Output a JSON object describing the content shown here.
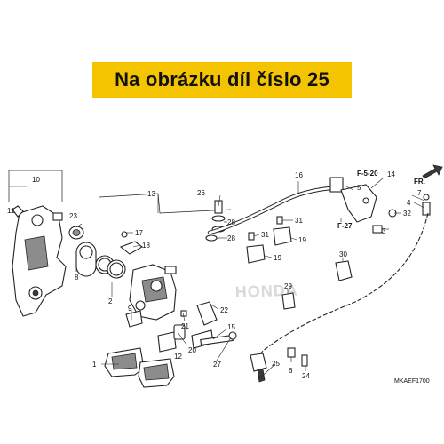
{
  "banner": {
    "text": "Na obrázku díl číslo 25",
    "background": "#f5c400"
  },
  "diagram": {
    "callouts": {
      "c1": "1",
      "c2": "2",
      "c3": "3",
      "c4": "4",
      "c5": "5",
      "c6": "6",
      "c7": "7",
      "c8": "8",
      "c9": "9",
      "c10": "10",
      "c11": "11",
      "c12": "12",
      "c13": "13",
      "c14": "14",
      "c15": "15",
      "c16": "16",
      "c17": "17",
      "c18": "18",
      "c19a": "19",
      "c19b": "19",
      "c20": "20",
      "c21": "21",
      "c22": "22",
      "c23": "23",
      "c24": "24",
      "c25": "25",
      "c26": "26",
      "c27": "27",
      "c28a": "28",
      "c28b": "28",
      "c29": "29",
      "c30": "30",
      "c31a": "31",
      "c31b": "31",
      "c32": "32"
    },
    "refs": {
      "f520": "F-5-20",
      "f27": "F-27",
      "fr": "FR."
    },
    "watermark": "HONDA",
    "code": "MKAEF1700"
  }
}
